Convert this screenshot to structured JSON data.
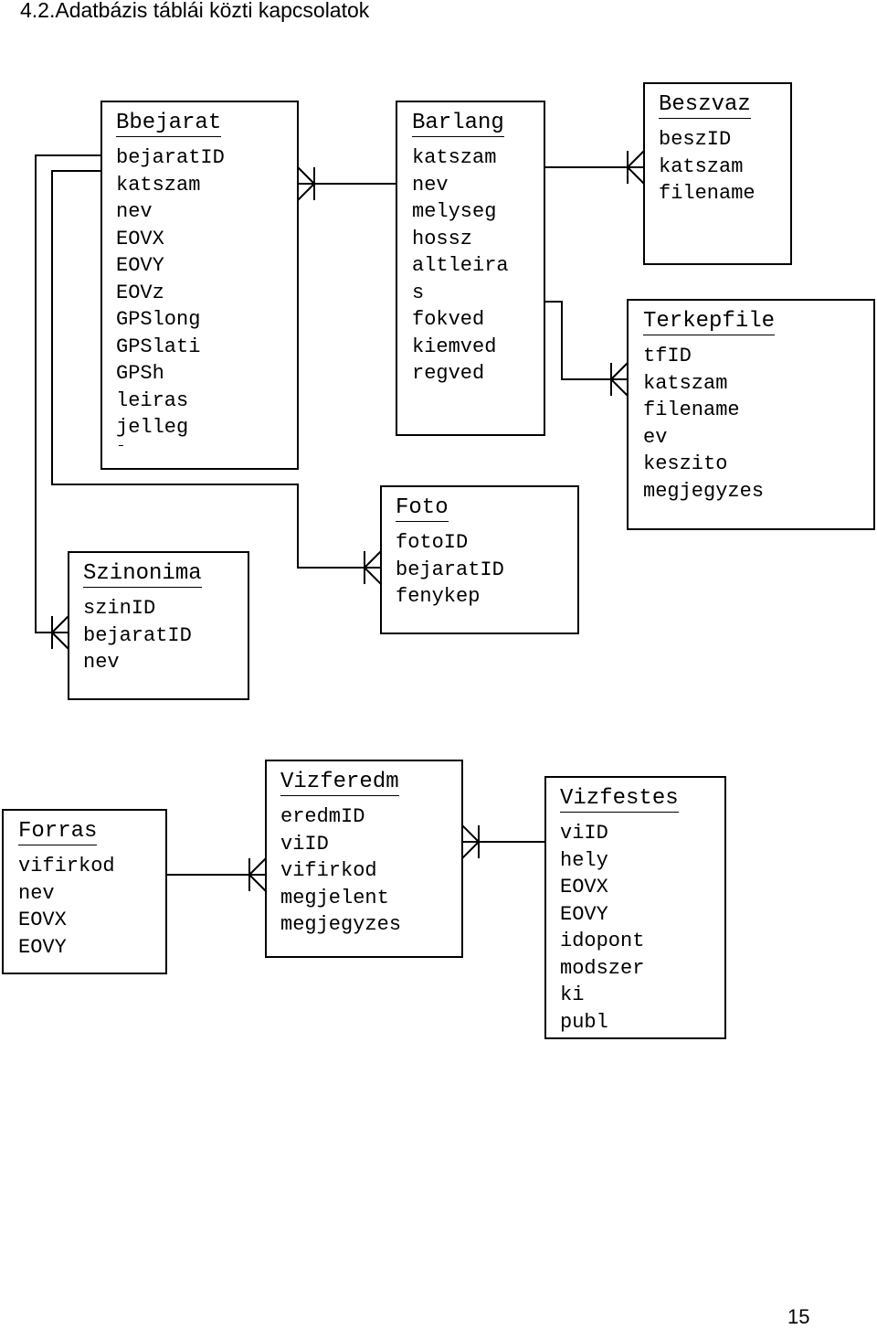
{
  "page": {
    "heading": "4.2.Adatbázis táblái közti kapcsolatok",
    "page_number": "15"
  },
  "entities": [
    {
      "id": "bbejarat",
      "title": "Bbejarat",
      "fields": [
        "bejaratID",
        "katszam",
        "nev",
        "EOVX",
        "EOVY",
        "EOVz",
        "GPSlong",
        "GPSlati",
        "GPSh",
        "leiras",
        "jelleg",
        "lezaras"
      ]
    },
    {
      "id": "barlang",
      "title": "Barlang",
      "fields": [
        "katszam",
        "nev",
        "melyseg",
        "hossz",
        "altleira",
        "s",
        "fokved",
        "kiemved",
        "regved"
      ]
    },
    {
      "id": "beszvaz",
      "title": "Beszvaz",
      "fields": [
        "beszID",
        "katszam",
        "filename"
      ]
    },
    {
      "id": "terkepfile",
      "title": "Terkepfile",
      "fields": [
        "tfID",
        "katszam",
        "filename",
        "ev",
        "keszito",
        "megjegyzes"
      ]
    },
    {
      "id": "foto",
      "title": "Foto",
      "fields": [
        "fotoID",
        "bejaratID",
        "fenykep"
      ]
    },
    {
      "id": "szinonima",
      "title": "Szinonima",
      "fields": [
        "szinID",
        "bejaratID",
        "nev"
      ]
    },
    {
      "id": "forras",
      "title": "Forras",
      "fields": [
        "vifirkod",
        "nev",
        "EOVX",
        "EOVY"
      ]
    },
    {
      "id": "vizferedm",
      "title": "Vizferedm",
      "fields": [
        "eredmID",
        "viID",
        "vifirkod",
        "megjelent",
        "megjegyzes"
      ]
    },
    {
      "id": "vizfestes",
      "title": "Vizfestes",
      "fields": [
        "viID",
        "hely",
        "EOVX",
        "EOVY",
        "idopont",
        "modszer",
        "ki",
        "publ"
      ]
    }
  ]
}
